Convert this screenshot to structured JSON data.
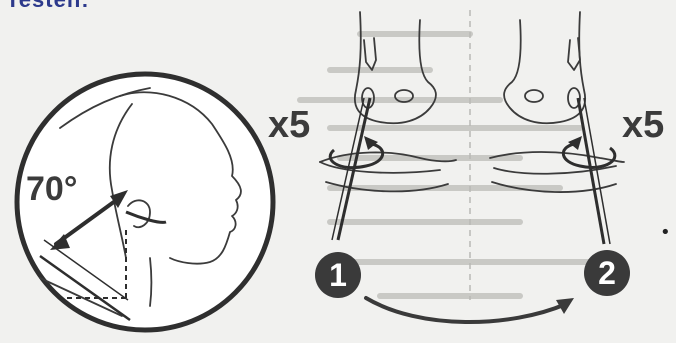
{
  "heading": "Testen:",
  "head_inset": {
    "angle_label": "70°"
  },
  "nostrils": {
    "repeat_left": "x5",
    "repeat_right": "x5",
    "step_1": "1",
    "step_2": "2"
  },
  "colors": {
    "ink": "#3b3b3b",
    "paper": "#f1f1ef",
    "heading": "#2d3a8c"
  }
}
